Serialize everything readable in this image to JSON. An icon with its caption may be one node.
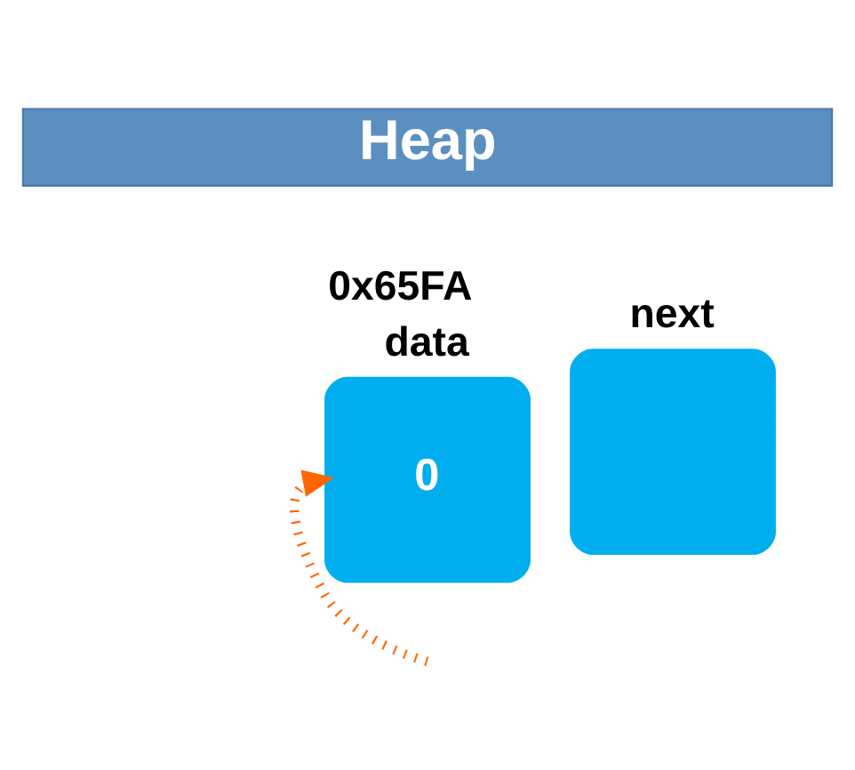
{
  "diagram": {
    "nodes": [
      {
        "text": [
          "Heap"
        ]
      },
      {
        "text": [
          "data",
          "0"
        ],
        "beside": [
          "0x65FA"
        ]
      },
      {
        "text": [
          "next"
        ]
      }
    ],
    "edges": [
      {
        "from": null,
        "to": 1,
        "arrow": "to",
        "style": "dashed",
        "color": "#ff6600"
      }
    ]
  }
}
